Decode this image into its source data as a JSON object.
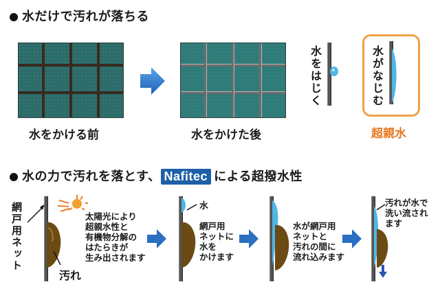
{
  "section1": {
    "title": "水だけで汚れが落ちる",
    "caption_before": "水をかける前",
    "caption_after": "水をかけた後",
    "repel_label": "水をはじく",
    "blend_label": "水がなじむ",
    "super_label": "超親水"
  },
  "section2": {
    "title_prefix": "水の力で汚れを落とす、",
    "brand": "Nafitec",
    "title_suffix": "による超撥水性",
    "net_label": "網戸用ネット",
    "dirt_label": "汚れ",
    "water_label": "水",
    "steps": [
      "太陽光により\n超親水性と\n有機物分解の\nはたらきが\n生み出されます",
      "網戸用\nネットに\n水を\nかけます",
      "水が網戸用\nネットと\n汚れの間に\n流れ込みます",
      "汚れが水で\n洗い流され\nます"
    ]
  },
  "colors": {
    "accent_orange": "#e8761f",
    "frame_orange": "#f0a04a",
    "brand_blue": "#1e5fa8",
    "water_blue": "#4fb6e6",
    "dirt_brown": "#6b4a14"
  }
}
